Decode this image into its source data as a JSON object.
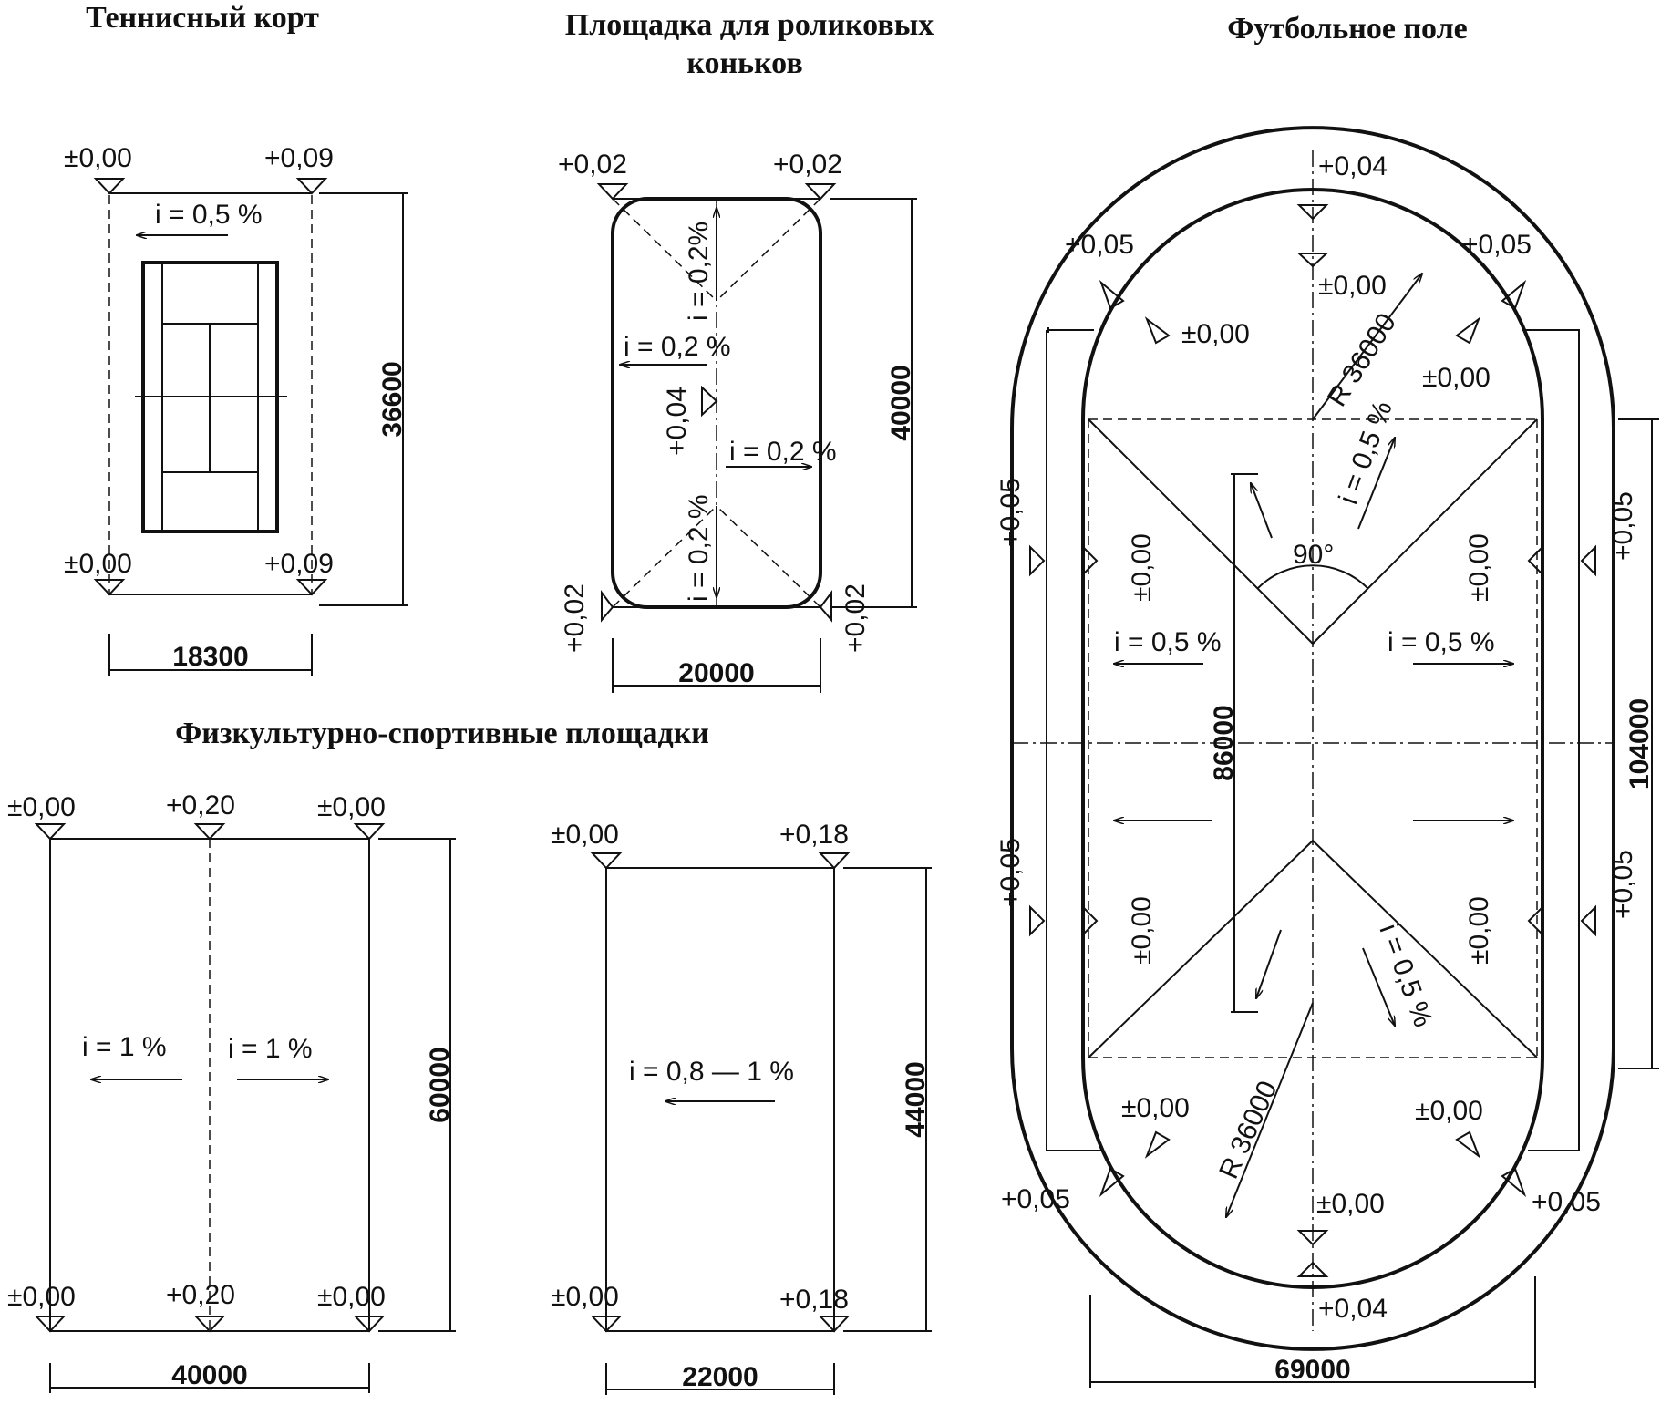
{
  "titles": {
    "tennis": "Теннисный корт",
    "roller_l1": "Площадка для роликовых",
    "roller_l2": "коньков",
    "football": "Футбольное поле",
    "sports": "Физкультурно-спортивные площадки"
  },
  "tennis": {
    "elev_tl": "±0,00",
    "elev_tr": "+0,09",
    "elev_bl": "±0,00",
    "elev_br": "+0,09",
    "slope": "i = 0,5 %",
    "dim_h": "36600",
    "dim_w": "18300"
  },
  "roller": {
    "elev_tl": "+0,02",
    "elev_tr": "+0,02",
    "elev_bl": "+0,02",
    "elev_br": "+0,02",
    "elev_center": "+0,04",
    "slope_top": "i = 0,2%",
    "slope_left": "i = 0,2 %",
    "slope_right": "i = 0,2 %",
    "slope_bottom": "i = 0,2 %",
    "dim_h": "40000",
    "dim_w": "20000"
  },
  "football": {
    "elev_top": "+0,04",
    "elev_top_inner": "±0,00",
    "elev_tl_outer": "+0,05",
    "elev_tr_outer": "+0,05",
    "elev_tl_inner": "±0,00",
    "elev_tr_inner": "±0,00",
    "elev_left_top": "+0,05",
    "elev_left_bottom": "+0,05",
    "elev_right_top": "+0,05",
    "elev_right_bottom": "+0,05",
    "elev_left_inner_top": "±0,00",
    "elev_left_inner_bottom": "±0,00",
    "elev_right_inner_top": "±0,00",
    "elev_right_inner_bottom": "±0,00",
    "elev_bl_inner": "±0,00",
    "elev_br_inner": "±0,00",
    "elev_bl_outer": "+0,05",
    "elev_br_outer": "+0,05",
    "elev_bottom_inner": "±0,00",
    "elev_bottom": "+0,04",
    "radius_top": "R 36000",
    "radius_bottom": "R 36000",
    "slope_top": "i = 0,5 %",
    "slope_bottom": "i = 0,5 %",
    "slope_left": "i = 0,5 %",
    "slope_right": "i = 0,5 %",
    "angle": "90°",
    "dim_inner": "86000",
    "dim_side": "104000",
    "dim_w": "69000"
  },
  "sports_a": {
    "elev_tl": "±0,00",
    "elev_tm": "+0,20",
    "elev_tr": "±0,00",
    "elev_bl": "±0,00",
    "elev_bm": "+0,20",
    "elev_br": "±0,00",
    "slope_left": "i = 1 %",
    "slope_right": "i = 1 %",
    "dim_h": "60000",
    "dim_w": "40000"
  },
  "sports_b": {
    "elev_tl": "±0,00",
    "elev_tr": "+0,18",
    "elev_bl": "±0,00",
    "elev_br": "+0,18",
    "slope": "i = 0,8 — 1 %",
    "dim_h": "44000",
    "dim_w": "22000"
  }
}
